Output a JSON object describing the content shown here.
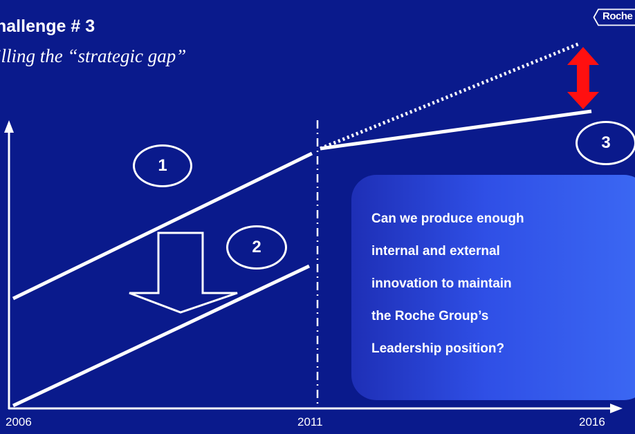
{
  "title": "hallenge # 3",
  "subtitle": "illing the “strategic gap”",
  "logo": {
    "text": "Roche"
  },
  "markers": [
    "1",
    "2",
    "3"
  ],
  "callout": {
    "lines": [
      "Can we produce enough",
      "internal and external",
      "innovation to maintain",
      "the Roche Group’s",
      "Leadership position?"
    ]
  },
  "x_axis": {
    "labels": [
      "2006",
      "2011",
      "2016"
    ]
  },
  "colors": {
    "background": "#0a1a8c",
    "callout_start": "#1e2fb6",
    "callout_end": "#3c69f4",
    "gap_arrow": "#ff1010",
    "line": "#ffffff"
  }
}
